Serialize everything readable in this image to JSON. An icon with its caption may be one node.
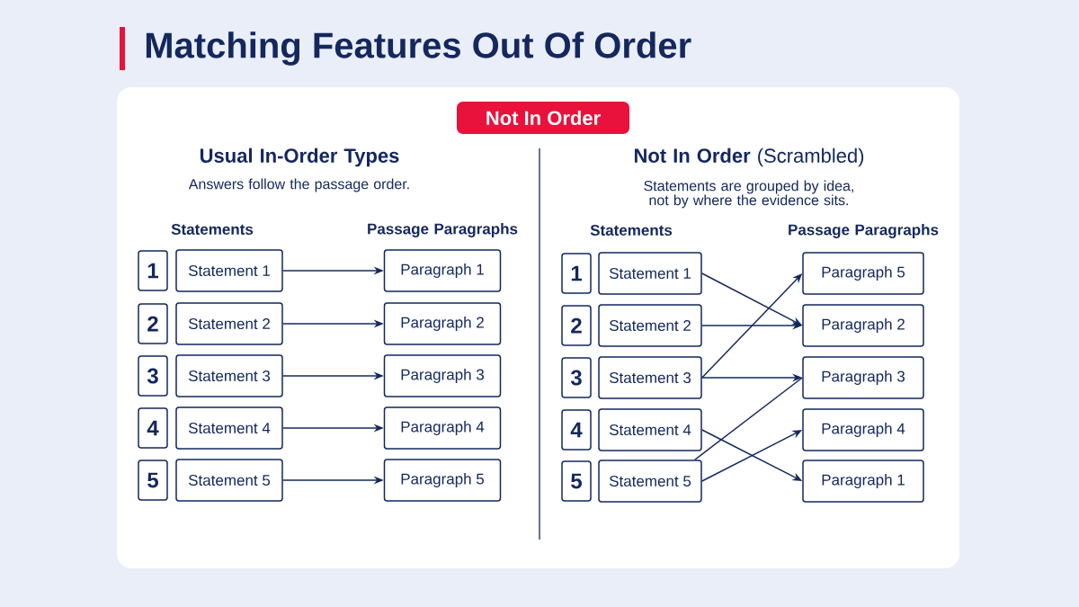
{
  "diagram": {
    "title": "Matching Features Out Of Order",
    "nodes": [
      {
        "text": [
          "Not In Order"
        ]
      },
      {
        "text": [
          "1"
        ]
      },
      {
        "text": [
          "Statement 1"
        ]
      },
      {
        "text": [
          "Paragraph 1"
        ]
      },
      {
        "text": [
          "2"
        ]
      },
      {
        "text": [
          "Statement 2"
        ]
      },
      {
        "text": [
          "Paragraph 2"
        ]
      },
      {
        "text": [
          "3"
        ]
      },
      {
        "text": [
          "Statement 3"
        ]
      },
      {
        "text": [
          "Paragraph 3"
        ]
      },
      {
        "text": [
          "4"
        ]
      },
      {
        "text": [
          "Statement 4"
        ]
      },
      {
        "text": [
          "Paragraph 4"
        ]
      },
      {
        "text": [
          "5"
        ]
      },
      {
        "text": [
          "Statement 5"
        ]
      },
      {
        "text": [
          "Paragraph 5"
        ]
      },
      {
        "text": [
          "1"
        ]
      },
      {
        "text": [
          "Statement 1"
        ]
      },
      {
        "text": [
          "Paragraph 5"
        ]
      },
      {
        "text": [
          "2"
        ]
      },
      {
        "text": [
          "Statement 2"
        ]
      },
      {
        "text": [
          "Paragraph 2"
        ]
      },
      {
        "text": [
          "3"
        ]
      },
      {
        "text": [
          "Statement 3"
        ]
      },
      {
        "text": [
          "Paragraph 3"
        ]
      },
      {
        "text": [
          "4"
        ]
      },
      {
        "text": [
          "Statement 4"
        ]
      },
      {
        "text": [
          "Paragraph 4"
        ]
      },
      {
        "text": [
          "5"
        ]
      },
      {
        "text": [
          "Statement 5"
        ]
      },
      {
        "text": [
          "Paragraph 1"
        ]
      }
    ],
    "edges": [
      {
        "from": 2,
        "to": 3,
        "arrow": "to"
      },
      {
        "from": 5,
        "to": 6,
        "arrow": "to"
      },
      {
        "from": 8,
        "to": 9,
        "arrow": "to"
      },
      {
        "from": 11,
        "to": 12,
        "arrow": "to"
      },
      {
        "from": 14,
        "to": 15,
        "arrow": "to"
      },
      {
        "from": 17,
        "to": 21,
        "arrow": "to"
      },
      {
        "from": 20,
        "to": 21,
        "arrow": "to"
      },
      {
        "from": 23,
        "to": 18,
        "arrow": "to"
      },
      {
        "from": 23,
        "to": 24,
        "arrow": "to"
      },
      {
        "from": 26,
        "to": 30,
        "arrow": "to"
      },
      {
        "from": 29,
        "to": 27,
        "arrow": "to"
      },
      {
        "from": 29,
        "to": 24,
        "arrow": "none"
      }
    ],
    "labels": [
      "Usual In-Order Types",
      "Answers follow the passage order.",
      "Statements",
      "Passage Paragraphs",
      "**Not In Order** (Scrambled)",
      "Statements are grouped by idea, not by where the evidence sits.",
      "Statements",
      "Passage Paragraphs"
    ]
  }
}
